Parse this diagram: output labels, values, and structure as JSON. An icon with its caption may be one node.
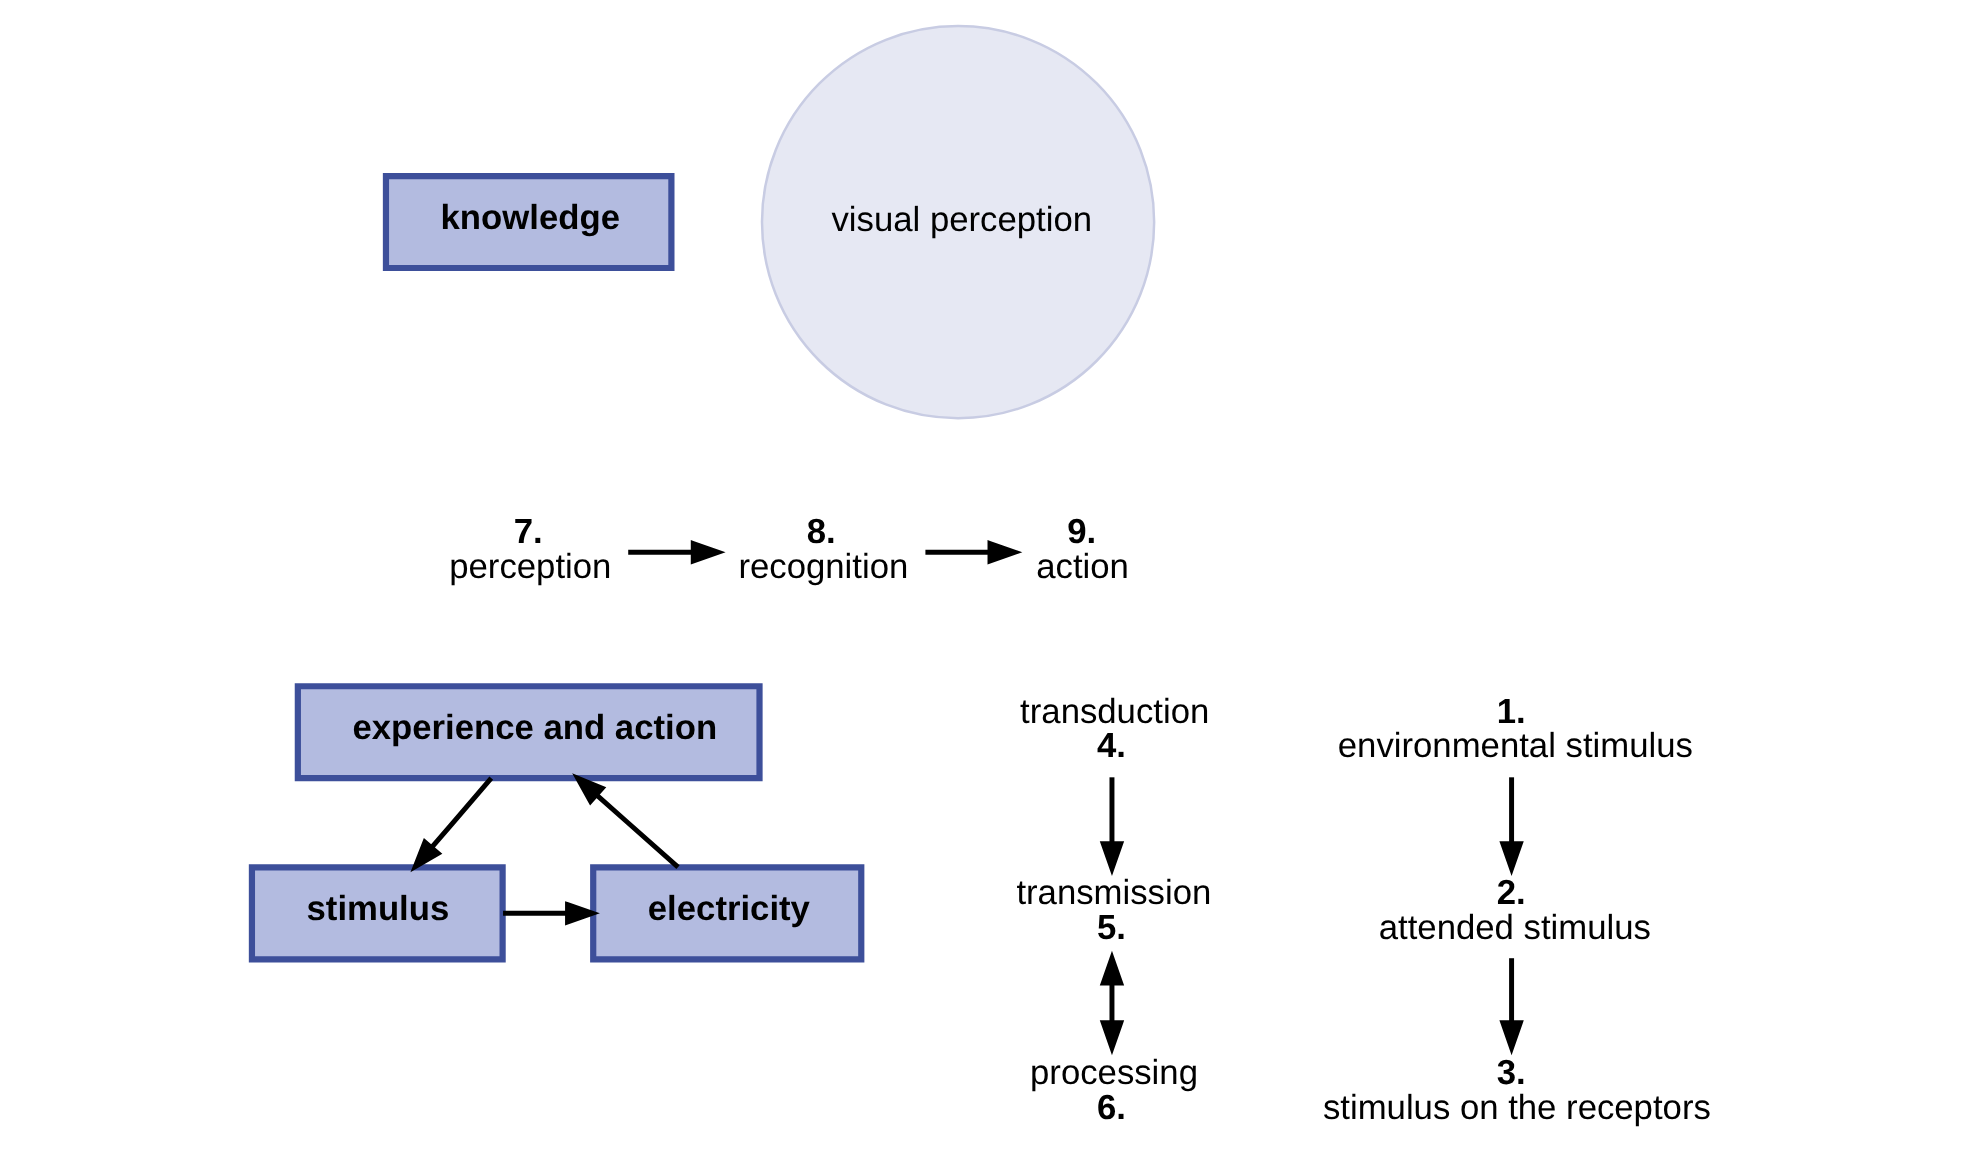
{
  "diagram": {
    "nodes": [
      {
        "text": [
          "knowledge"
        ]
      },
      {
        "text": [
          "7.",
          "perception"
        ]
      },
      {
        "text": [
          "8.",
          "recognition"
        ]
      },
      {
        "text": [
          "9.",
          "action"
        ]
      },
      {
        "text": [
          "experience and action"
        ]
      },
      {
        "text": [
          "electricity"
        ]
      },
      {
        "text": [
          "stimulus"
        ]
      },
      {
        "text": [
          "visual perception"
        ]
      },
      {
        "text": [
          "processing",
          "6."
        ]
      },
      {
        "text": [
          "transmission",
          "5."
        ]
      },
      {
        "text": [
          "transduction",
          "4."
        ]
      },
      {
        "text": [
          "1.",
          "environmental stimulus"
        ]
      },
      {
        "text": [
          "2.",
          "attended stimulus"
        ]
      },
      {
        "text": [
          "3.",
          "stimulus on the receptors"
        ]
      }
    ],
    "edges": [
      {
        "from": 1,
        "to": 2,
        "arrow": "to"
      },
      {
        "from": 2,
        "to": 3,
        "arrow": "to"
      },
      {
        "from": 4,
        "to": 6,
        "arrow": "to"
      },
      {
        "from": 6,
        "to": 5,
        "arrow": "to"
      },
      {
        "from": 5,
        "to": 4,
        "arrow": "to"
      },
      {
        "from": 9,
        "to": 8,
        "arrow": "both"
      },
      {
        "from": 10,
        "to": 9,
        "arrow": "to"
      },
      {
        "from": 11,
        "to": 12,
        "arrow": "to"
      },
      {
        "from": 12,
        "to": 13,
        "arrow": "to"
      }
    ]
  }
}
